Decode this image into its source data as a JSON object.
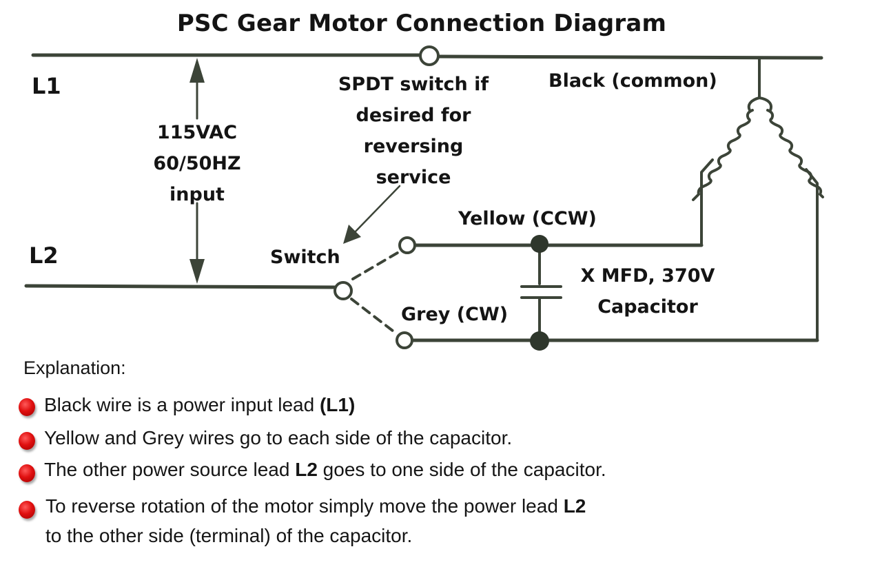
{
  "diagram": {
    "title": "PSC Gear Motor Connection Diagram",
    "labels": {
      "l1": "L1",
      "l2": "L2",
      "voltage_line1": "115VAC",
      "voltage_line2": "60/50HZ",
      "voltage_line3": "input",
      "spdt_line1": "SPDT switch if",
      "spdt_line2": "desired for",
      "spdt_line3": "reversing",
      "spdt_line4": "service",
      "switch": "Switch",
      "black_common": "Black (common)",
      "yellow_ccw": "Yellow (CCW)",
      "grey_cw": "Grey (CW)",
      "capacitor_line1": "X MFD, 370V",
      "capacitor_line2": "Capacitor"
    },
    "colors": {
      "wire": "#3c4438",
      "bullet": "#e01010"
    }
  },
  "explanation": {
    "heading": "Explanation:",
    "items": [
      {
        "text": "Black wire is a power input lead ",
        "bold": "(L1)",
        "tail": ""
      },
      {
        "text": "Yellow and Grey wires go to each side of the capacitor.",
        "bold": "",
        "tail": ""
      },
      {
        "text": "The other power source lead ",
        "bold": "L2",
        "tail": " goes to one side of the capacitor."
      },
      {
        "text": "To reverse rotation of the motor simply move the power lead ",
        "bold": "L2",
        "tail": "",
        "line2": "to the other side (terminal) of the capacitor."
      }
    ]
  }
}
